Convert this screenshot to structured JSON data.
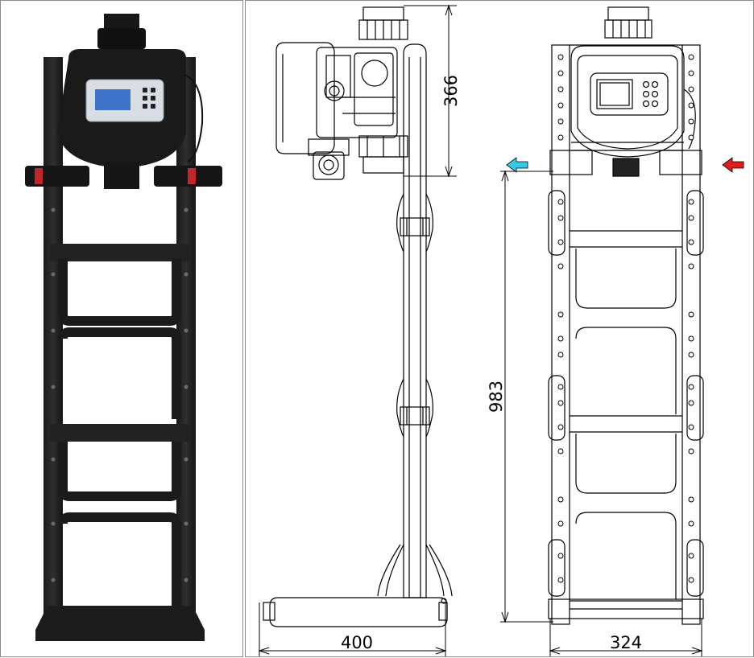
{
  "figure": {
    "photo_panel": {
      "description_icon": "water-softener-frame-photo"
    },
    "side_view": {
      "dim_height_top": "366",
      "dim_width_base": "400"
    },
    "front_view": {
      "dim_height_total": "983",
      "dim_width_frame": "324",
      "outlet_arrow_color": "#35c9e6",
      "inlet_arrow_color": "#e01c1c"
    }
  }
}
